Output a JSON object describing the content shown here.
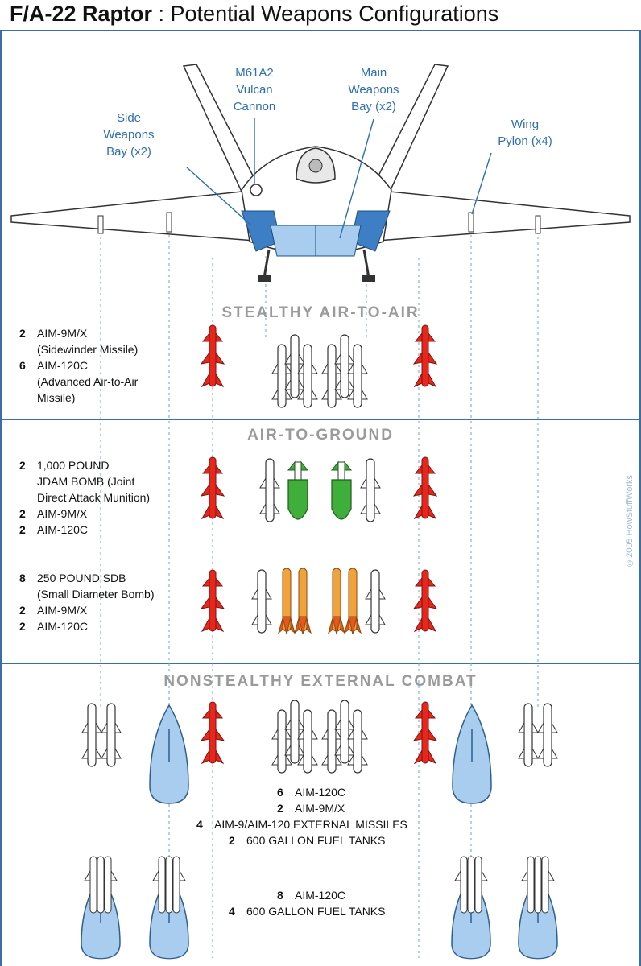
{
  "header": {
    "title_bold": "F/A-22 Raptor",
    "title_rest": " : Potential Weapons Configurations"
  },
  "callouts": {
    "cannon": "M61A2\nVulcan\nCannon",
    "main_bay": "Main\nWeapons\nBay (x2)",
    "side_bay": "Side\nWeapons\nBay (x2)",
    "wing_pylon": "Wing\nPylon (x4)"
  },
  "sections": {
    "stealthy_a2a": {
      "title": "STEALTHY AIR-TO-AIR",
      "loadout": [
        {
          "qty": "2",
          "text": "AIM-9M/X\n(Sidewinder Missile)"
        },
        {
          "qty": "6",
          "text": "AIM-120C\n(Advanced Air-to-Air\nMissile)"
        }
      ]
    },
    "air_to_ground": {
      "title": "AIR-TO-GROUND",
      "loadout_a": [
        {
          "qty": "2",
          "text": "1,000 POUND\nJDAM BOMB (Joint\nDirect Attack Munition)"
        },
        {
          "qty": "2",
          "text": "AIM-9M/X"
        },
        {
          "qty": "2",
          "text": "AIM-120C"
        }
      ],
      "loadout_b": [
        {
          "qty": "8",
          "text": "250 POUND SDB\n(Small Diameter Bomb)"
        },
        {
          "qty": "2",
          "text": "AIM-9M/X"
        },
        {
          "qty": "2",
          "text": "AIM-120C"
        }
      ]
    },
    "nonstealthy": {
      "title": "NONSTEALTHY EXTERNAL COMBAT",
      "loadout_a": [
        {
          "qty": "6",
          "text": "AIM-120C"
        },
        {
          "qty": "2",
          "text": "AIM-9M/X"
        },
        {
          "qty": "4",
          "text": "AIM-9/AIM-120 EXTERNAL MISSILES"
        },
        {
          "qty": "2",
          "text": "600 GALLON FUEL TANKS"
        }
      ],
      "loadout_b": [
        {
          "qty": "8",
          "text": "AIM-120C"
        },
        {
          "qty": "4",
          "text": "600 GALLON FUEL TANKS"
        }
      ]
    }
  },
  "copyright": "©2005 HowStuffWorks",
  "colors": {
    "frame": "#3a6ea5",
    "sidewinder": "#e8271c",
    "amraam": "#ffffff",
    "jdam": "#3fae3a",
    "sdb": "#f0a33a",
    "fuel_tank": "#a8cdef",
    "bay_blue": "#3d7ec4"
  }
}
